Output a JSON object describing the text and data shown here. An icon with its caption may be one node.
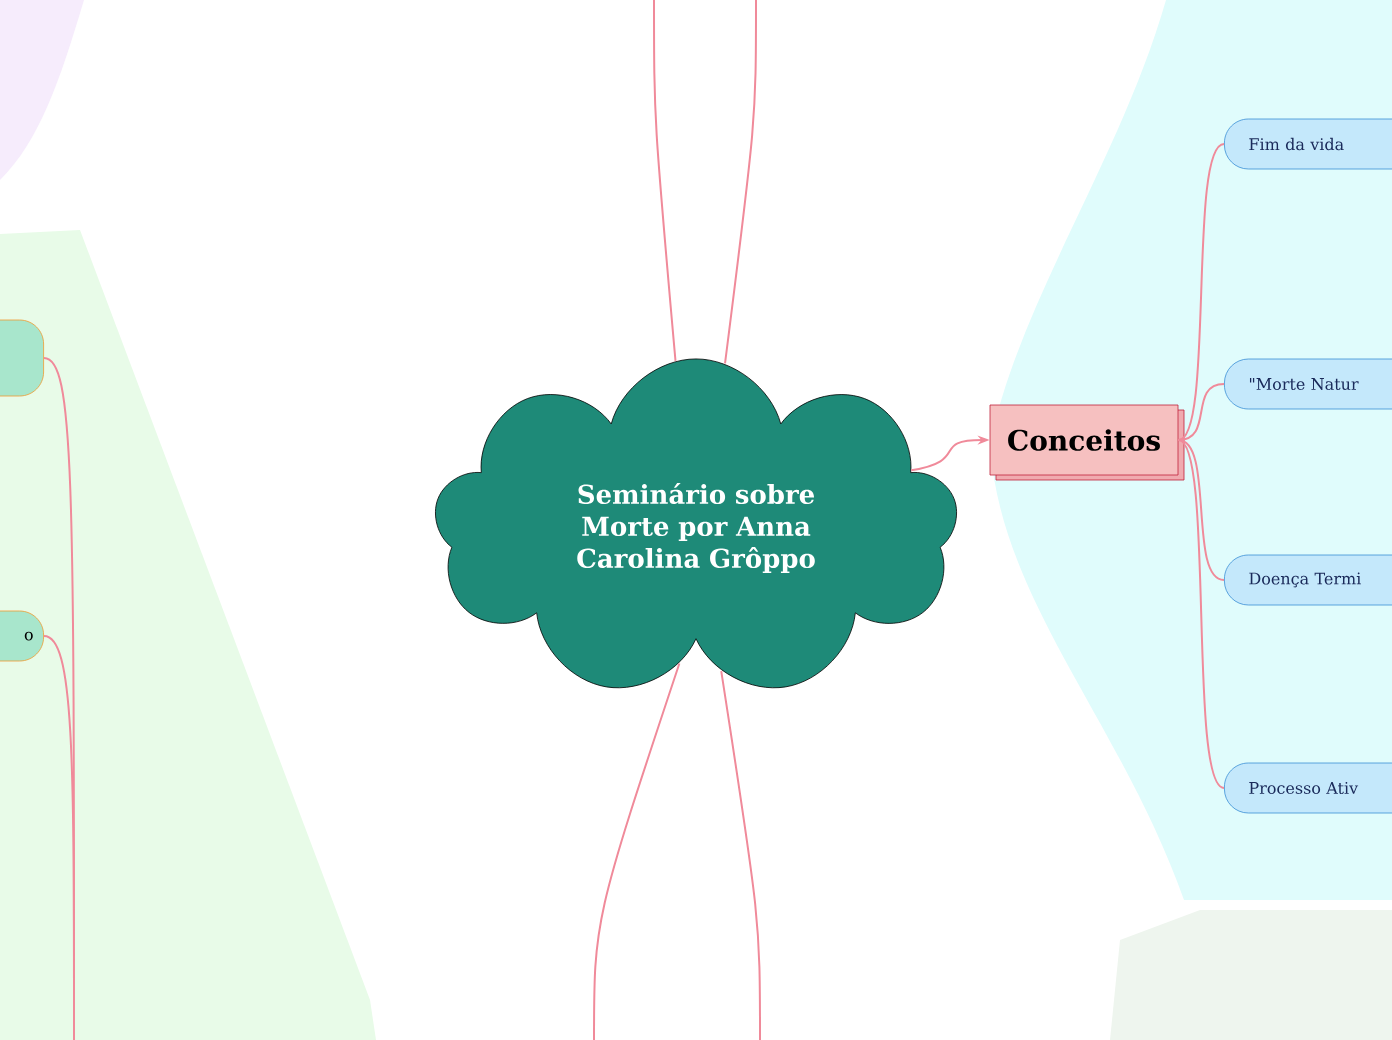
{
  "diagram": {
    "nodes": [
      {
        "text": [
          "Seminário sobre Morte por Anna Carolina Grôppo"
        ]
      },
      {
        "text": [
          "Conceitos"
        ]
      },
      {
        "text": [
          "Fim da vida"
        ]
      },
      {
        "text": [
          "\"Morte Natur"
        ]
      },
      {
        "text": [
          "Doença Termi"
        ]
      },
      {
        "text": [
          "Processo Ativ"
        ]
      },
      {
        "text": [],
        "shape": "box"
      },
      {
        "text": [
          "o"
        ]
      }
    ],
    "edges": [
      {
        "from": 0,
        "to": 1,
        "arrow": "to"
      },
      {
        "from": 1,
        "to": 2,
        "arrow": "none"
      },
      {
        "from": 1,
        "to": 3,
        "arrow": "none"
      },
      {
        "from": 1,
        "to": 4,
        "arrow": "none"
      },
      {
        "from": 1,
        "to": 5,
        "arrow": "none"
      },
      {
        "from": 0,
        "to": null,
        "arrow": "none"
      },
      {
        "from": 0,
        "to": null,
        "arrow": "none"
      },
      {
        "from": 0,
        "to": null,
        "arrow": "none"
      },
      {
        "from": 0,
        "to": null,
        "arrow": "none"
      },
      {
        "from": 6,
        "to": null,
        "arrow": "none"
      },
      {
        "from": 7,
        "to": null,
        "arrow": "none"
      }
    ]
  }
}
